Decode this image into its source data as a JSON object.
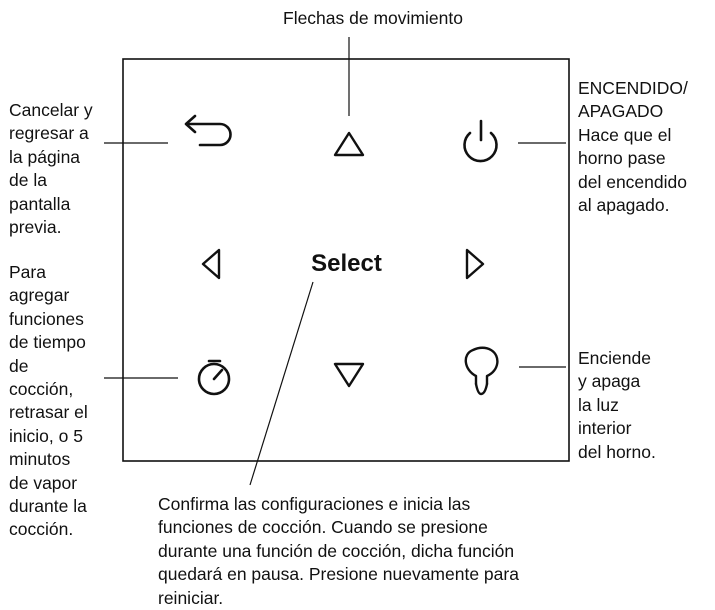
{
  "labels": {
    "arrows": "Flechas de movimiento",
    "cancel": "Cancelar y\nregresar a\nla página\nde la\npantalla\nprevia.",
    "power": "ENCENDIDO/\nAPAGADO\nHace que el\nhorno pase\ndel encendido\nal apagado.",
    "timer": "Para\nagregar\nfunciones\nde tiempo\nde\ncocción,\nretrasar el\ninicio, o 5\nminutos\nde vapor\ndurante la\ncocción.",
    "light": "Enciende\ny apaga\nla luz\ninterior\ndel horno.",
    "select": "Confirma las configuraciones e inicia las\nfunciones de cocción. Cuando se presione\ndurante una función de cocción, dicha función\nquedará en pausa. Presione nuevamente para\nreiniciar."
  },
  "panel": {
    "select_label": "Select",
    "icons": [
      "back-arrow-icon",
      "up-triangle-icon",
      "power-icon",
      "left-triangle-icon",
      "right-triangle-icon",
      "timer-icon",
      "down-triangle-icon",
      "light-bulb-icon"
    ]
  },
  "colors": {
    "line": "#111111",
    "background": "#ffffff"
  }
}
